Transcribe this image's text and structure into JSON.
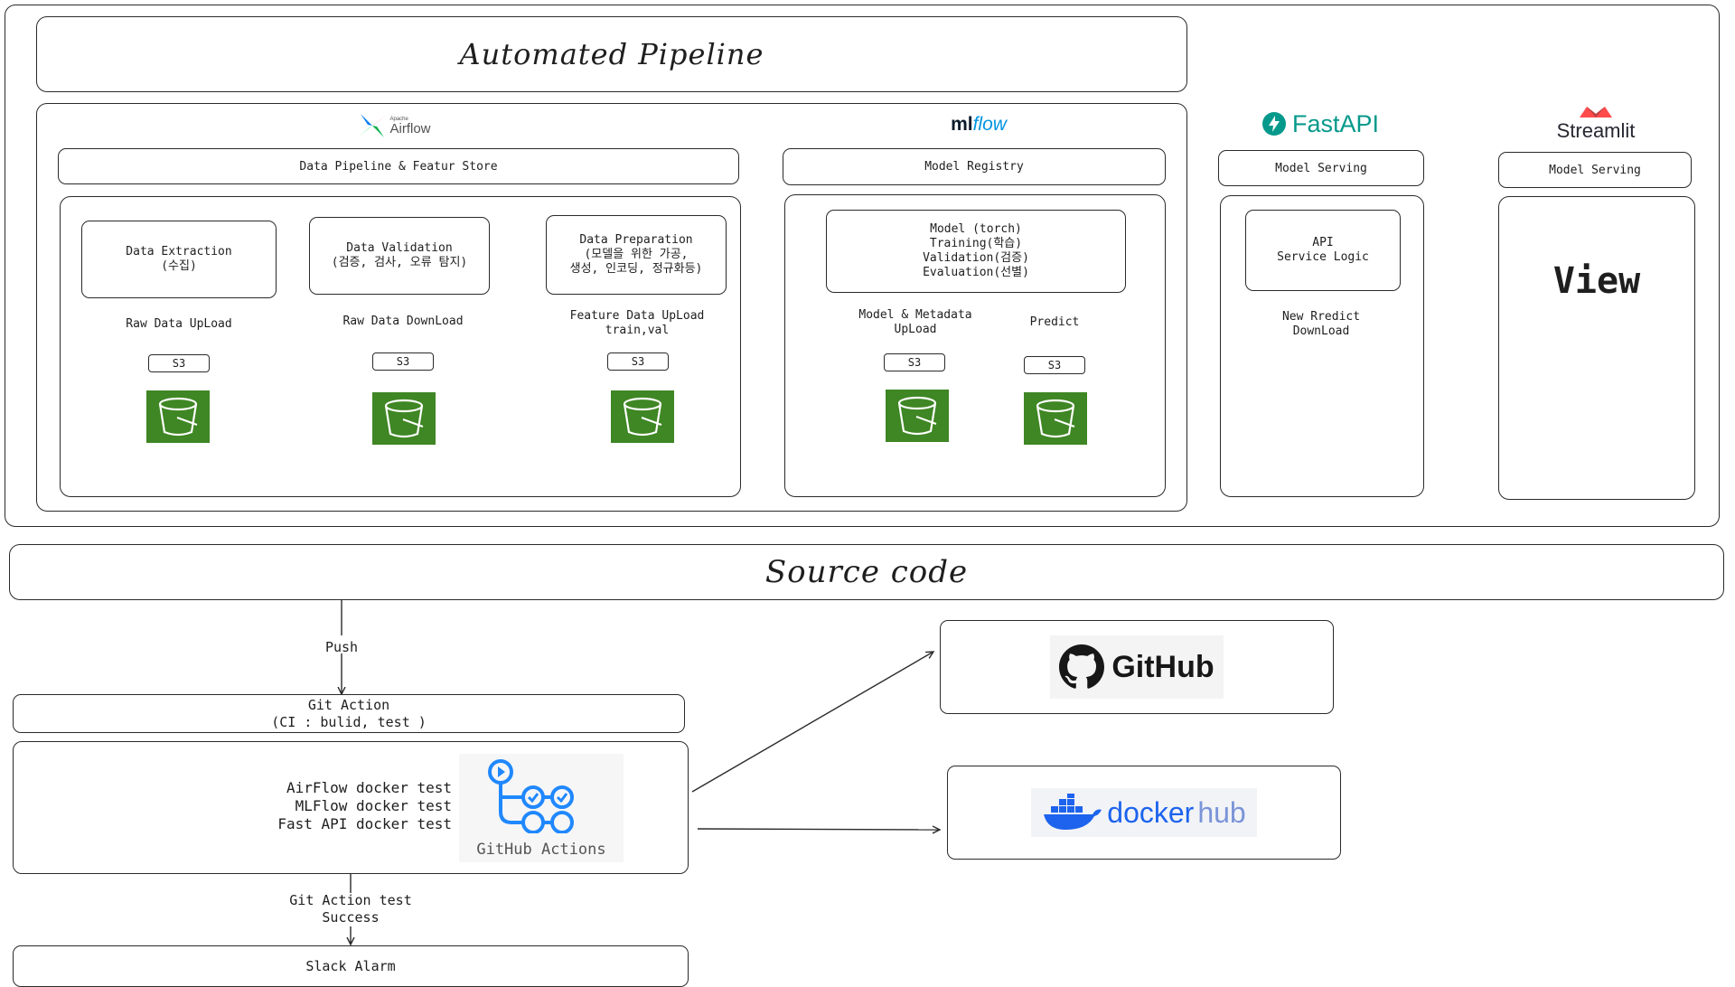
{
  "title": "Automated Pipeline",
  "logos": {
    "airflow_small": "Apache",
    "airflow": "Airflow",
    "mlflow_a": "ml",
    "mlflow_b": "flow",
    "fastapi": "FastAPI",
    "streamlit": "Streamlit",
    "github": "GitHub",
    "dockerhub_a": "docker",
    "dockerhub_b": "hub",
    "github_actions": "GitHub Actions"
  },
  "headers": {
    "data_pipeline": "Data Pipeline & Featur Store",
    "model_registry": "Model Registry",
    "fastapi_serving": "Model Serving",
    "streamlit_serving": "Model Serving"
  },
  "nodes": {
    "extraction": "Data Extraction\n(수집)",
    "validation": "Data Validation\n(검증, 검사, 오류 탐지)",
    "preparation": "Data Preparation\n(모델을 위한 가공,\n생성, 인코딩, 정규화등)",
    "model": "Model (torch)\nTraining(학습)\nValidation(검증)\nEvaluation(선별)",
    "api": "API\nService Logic",
    "view": "View"
  },
  "edges": {
    "raw_upload": "Raw Data UpLoad",
    "raw_download": "Raw Data DownLoad",
    "feature_upload": "Feature Data UpLoad\ntrain,val",
    "model_upload": "Model & Metadata\nUpLoad",
    "predict": "Predict",
    "new_predict": "New Rredict\nDownLoad",
    "push": "Push",
    "git_action_success": "Git Action test\nSuccess"
  },
  "storage_label": "S3",
  "source_code": "Source code",
  "git_action": "Git Action\n(CI : bulid, test )",
  "tests": "AirFlow docker test\nMLFlow docker test\nFast API docker test",
  "slack": "Slack Alarm",
  "colors": {
    "s3_green": "#3f8624",
    "fastapi_teal": "#05998b",
    "mlflow_blue": "#0194e2",
    "streamlit_red": "#ff4b4b",
    "docker_blue": "#1d63ed",
    "gha_blue": "#2088ff"
  }
}
